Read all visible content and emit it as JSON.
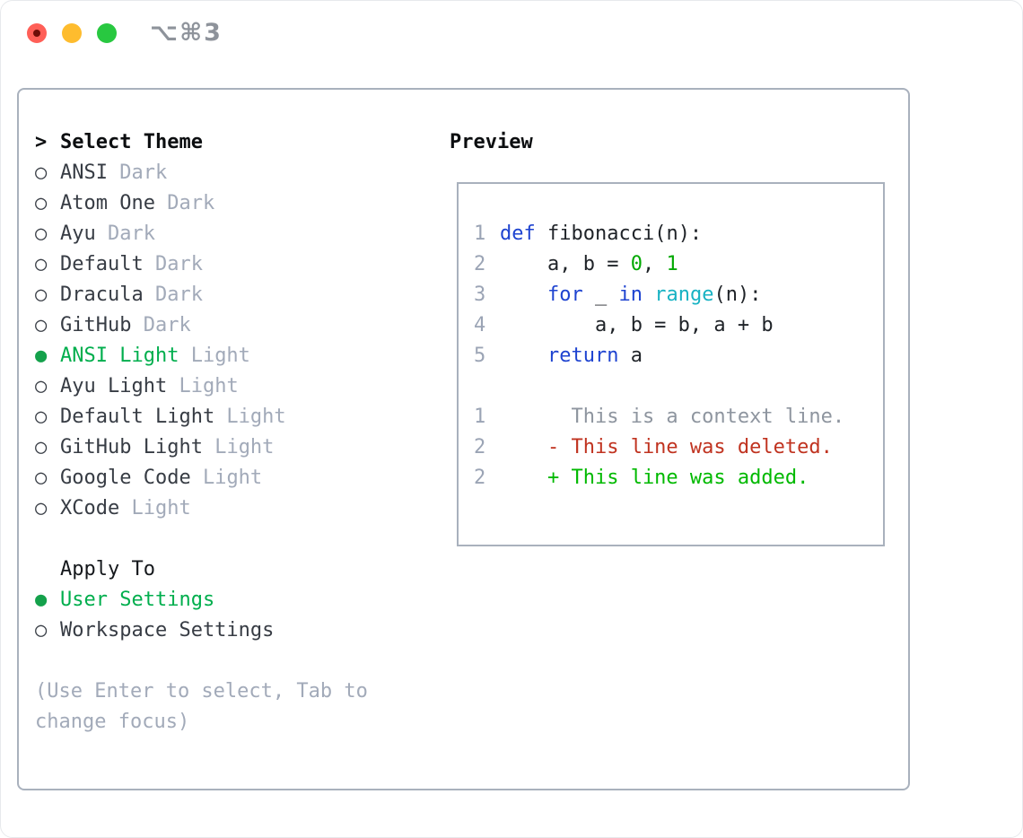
{
  "titlebar": {
    "title": "⌥⌘3",
    "buttons": [
      "close",
      "minimize",
      "zoom"
    ]
  },
  "form": {
    "select_theme": {
      "prompt": ">",
      "title": "Select Theme",
      "bullet_selected": "●",
      "bullet_unselected": "○",
      "items": [
        {
          "name": "ANSI",
          "variant": "Dark",
          "selected": false
        },
        {
          "name": "Atom One",
          "variant": "Dark",
          "selected": false
        },
        {
          "name": "Ayu",
          "variant": "Dark",
          "selected": false
        },
        {
          "name": "Default",
          "variant": "Dark",
          "selected": false
        },
        {
          "name": "Dracula",
          "variant": "Dark",
          "selected": false
        },
        {
          "name": "GitHub",
          "variant": "Dark",
          "selected": false
        },
        {
          "name": "ANSI Light",
          "variant": "Light",
          "selected": true
        },
        {
          "name": "Ayu Light",
          "variant": "Light",
          "selected": false
        },
        {
          "name": "Default Light",
          "variant": "Light",
          "selected": false
        },
        {
          "name": "GitHub Light",
          "variant": "Light",
          "selected": false
        },
        {
          "name": "Google Code",
          "variant": "Light",
          "selected": false
        },
        {
          "name": "XCode",
          "variant": "Light",
          "selected": false
        }
      ]
    },
    "apply_to": {
      "title": "Apply To",
      "options": [
        {
          "name": "User Settings",
          "selected": true
        },
        {
          "name": "Workspace Settings",
          "selected": false
        }
      ]
    },
    "help": [
      "(Use Enter to select, Tab to",
      "change focus)"
    ]
  },
  "preview": {
    "title": "Preview",
    "lines": [
      {
        "num": "1",
        "tokens": [
          [
            "kw",
            "def"
          ],
          [
            "pl",
            " fibonacci(n):"
          ]
        ]
      },
      {
        "num": "2",
        "tokens": [
          [
            "pl",
            "    a, b = "
          ],
          [
            "nm",
            "0"
          ],
          [
            "pl",
            ", "
          ],
          [
            "nm",
            "1"
          ]
        ]
      },
      {
        "num": "3",
        "tokens": [
          [
            "pl",
            "    "
          ],
          [
            "kw",
            "for"
          ],
          [
            "pl",
            " _ "
          ],
          [
            "kw",
            "in"
          ],
          [
            "pl",
            " "
          ],
          [
            "bi",
            "range"
          ],
          [
            "pl",
            "(n):"
          ]
        ]
      },
      {
        "num": "4",
        "tokens": [
          [
            "pl",
            "        a, b = b, a + b"
          ]
        ]
      },
      {
        "num": "5",
        "tokens": [
          [
            "pl",
            "    "
          ],
          [
            "kw",
            "return"
          ],
          [
            "pl",
            " a"
          ]
        ]
      },
      {
        "num": "",
        "tokens": []
      },
      {
        "num": "1",
        "tokens": [
          [
            "ctx",
            "      This is a context line."
          ]
        ]
      },
      {
        "num": "2",
        "tokens": [
          [
            "del",
            "    - This line was deleted."
          ]
        ]
      },
      {
        "num": "2",
        "tokens": [
          [
            "add",
            "    + This line was added."
          ]
        ]
      }
    ]
  },
  "colors": {
    "accent_green": "#00ae4d",
    "bullet_green": "#14a14b",
    "keyword_blue": "#1e43d0",
    "builtin_cyan": "#17b2c3",
    "number_green": "#00a800",
    "diff_red": "#c03320",
    "diff_green": "#00b900",
    "muted_gray": "#a2aab9",
    "line_number_gray": "#9ba4b5",
    "panel_border": "#a9b1bd",
    "traffic_red": "#ff5f57",
    "traffic_yellow": "#febc2e",
    "traffic_green": "#28c840"
  }
}
